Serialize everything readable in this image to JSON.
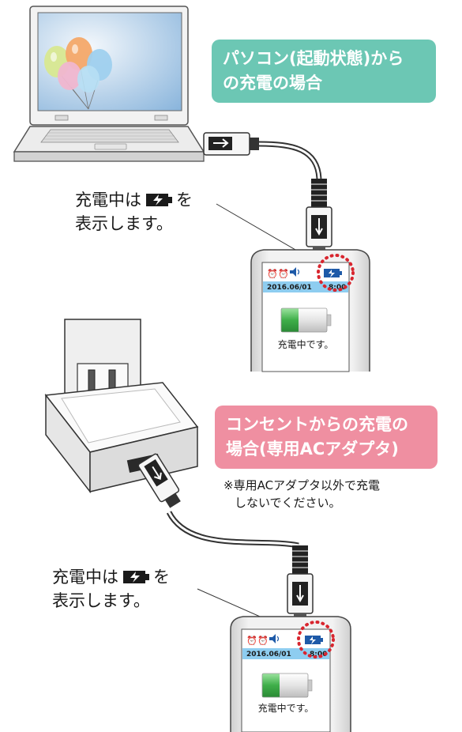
{
  "section_pc": {
    "callout_line1": "パソコン(起動状態)から",
    "callout_line2": "の充電の場合",
    "caption_line1_a": "充電中は",
    "caption_line1_b": "を",
    "caption_line2": "表示します。",
    "device": {
      "date": "2016.06/01",
      "time": "8:00",
      "status": "充電中です。"
    }
  },
  "section_ac": {
    "callout_line1": "コンセントからの充電の",
    "callout_line2": "場合(専用ACアダプタ)",
    "note_line1": "※専用ACアダプタ以外で充電",
    "note_line2": "しないでください。",
    "caption_line1_a": "充電中は",
    "caption_line1_b": "を",
    "caption_line2": "表示します。",
    "device": {
      "date": "2016.06/01",
      "time": "8:00",
      "status": "充電中です。"
    }
  },
  "colors": {
    "callout_green": "#6cc7b4",
    "callout_pink": "#ef8fa1",
    "battery_green": "#3fae49",
    "screen_blue": "#8ecdf0",
    "device_body": "#e8e8e8",
    "highlight_red": "#d8262f"
  },
  "icons": [
    "laptop-icon",
    "usb-plug-icon",
    "ac-adapter-icon",
    "battery-charging-icon",
    "alarm-icon",
    "speaker-icon"
  ]
}
